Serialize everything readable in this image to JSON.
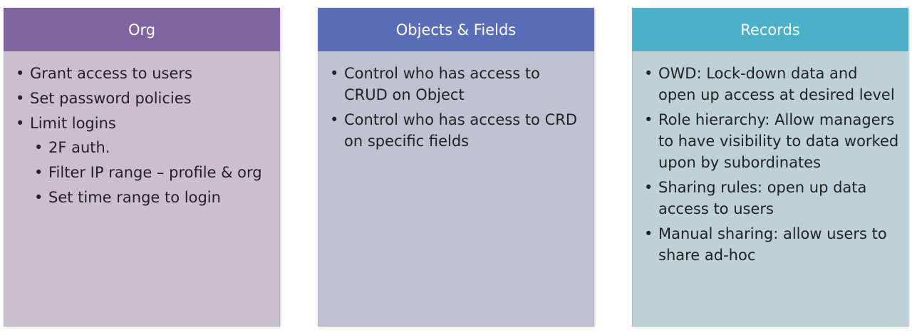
{
  "panels": [
    {
      "title": "Org",
      "colors": {
        "header": "#8064a2",
        "body": "#cac0cd"
      },
      "items": [
        "Grant access to users",
        "Set password policies",
        "Limit logins"
      ],
      "sub_items": [
        "2F auth.",
        "Filter IP range – profile & org",
        "Set time range to login"
      ]
    },
    {
      "title": "Objects & Fields",
      "colors": {
        "header": "#5a6db8",
        "body": "#c0c2d2"
      },
      "items": [
        "Control who has access to CRUD on Object",
        "Control who has access to CRD on specific fields"
      ]
    },
    {
      "title": "Records",
      "colors": {
        "header": "#4bb0c8",
        "body": "#bdd1d6"
      },
      "items": [
        "OWD: Lock-down data and open up access at desired level",
        "Role hierarchy: Allow managers to have visibility to data worked upon by subordinates",
        "Sharing rules: open up data access to users",
        "Manual sharing: allow users to share ad-hoc"
      ]
    }
  ]
}
